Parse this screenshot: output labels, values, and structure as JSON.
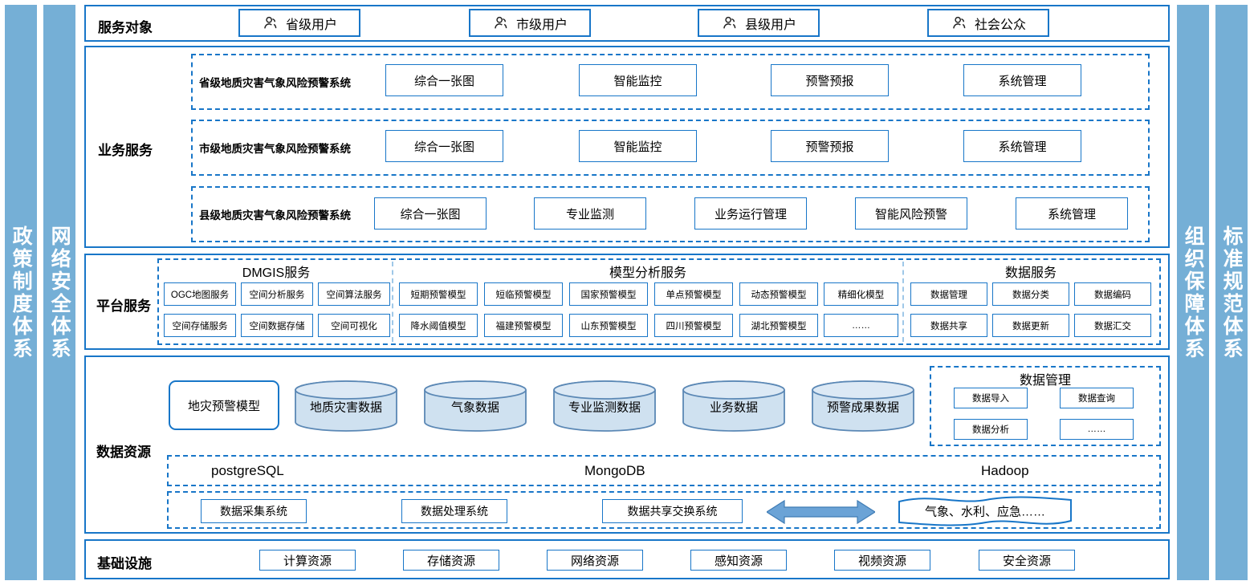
{
  "colors": {
    "sidebar_fill": "#75afd6",
    "line_blue": "#1876c8",
    "cylinder_fill": "#cfe1f0",
    "cylinder_stroke": "#5b88b5",
    "arrow_fill": "#6ba3d6",
    "sidebar_text": "#ffffff"
  },
  "sidebars": {
    "left": [
      {
        "label": "政策制度体系"
      },
      {
        "label": "网络安全体系"
      }
    ],
    "right": [
      {
        "label": "组织保障体系"
      },
      {
        "label": "标准规范体系"
      }
    ]
  },
  "service_objects": {
    "label": "服务对象",
    "icon": "user-icon",
    "users": [
      {
        "label": "省级用户"
      },
      {
        "label": "市级用户"
      },
      {
        "label": "县级用户"
      },
      {
        "label": "社会公众"
      }
    ]
  },
  "business_services": {
    "label": "业务服务",
    "rows": [
      {
        "system": "省级地质灾害气象风险预警系统",
        "modules": [
          "综合一张图",
          "智能监控",
          "预警预报",
          "系统管理"
        ]
      },
      {
        "system": "市级地质灾害气象风险预警系统",
        "modules": [
          "综合一张图",
          "智能监控",
          "预警预报",
          "系统管理"
        ]
      },
      {
        "system": "县级地质灾害气象风险预警系统",
        "modules": [
          "综合一张图",
          "专业监测",
          "业务运行管理",
          "智能风险预警",
          "系统管理"
        ]
      }
    ]
  },
  "platform_services": {
    "label": "平台服务",
    "groups": [
      {
        "title": "DMGIS服务",
        "row1": [
          "OGC地图服务",
          "空间分析服务",
          "空间算法服务"
        ],
        "row2": [
          "空间存储服务",
          "空间数据存储",
          "空间可视化"
        ]
      },
      {
        "title": "模型分析服务",
        "row1": [
          "短期预警模型",
          "短临预警模型",
          "国家预警模型",
          "单点预警模型",
          "动态预警模型",
          "精细化模型"
        ],
        "row2": [
          "降水阈值模型",
          "福建预警模型",
          "山东预警模型",
          "四川预警模型",
          "湖北预警模型",
          "……"
        ]
      },
      {
        "title": "数据服务",
        "row1": [
          "数据管理",
          "数据分类",
          "数据编码"
        ],
        "row2": [
          "数据共享",
          "数据更新",
          "数据汇交"
        ]
      }
    ]
  },
  "data_resources": {
    "label": "数据资源",
    "model_box": "地灾预警模型",
    "cylinders": [
      {
        "label": "地质灾害数据"
      },
      {
        "label": "气象数据"
      },
      {
        "label": "专业监测数据"
      },
      {
        "label": "业务数据"
      },
      {
        "label": "预警成果数据"
      }
    ],
    "data_management": {
      "title": "数据管理",
      "items": [
        "数据导入",
        "数据查询",
        "数据分析",
        "……"
      ]
    },
    "databases": [
      "postgreSQL",
      "MongoDB",
      "Hadoop"
    ],
    "systems": [
      "数据采集系统",
      "数据处理系统",
      "数据共享交换系统"
    ],
    "external_sources": "气象、水利、应急……",
    "exchange_icon": "double-arrow-icon"
  },
  "infrastructure": {
    "label": "基础设施",
    "items": [
      "计算资源",
      "存储资源",
      "网络资源",
      "感知资源",
      "视频资源",
      "安全资源"
    ]
  }
}
